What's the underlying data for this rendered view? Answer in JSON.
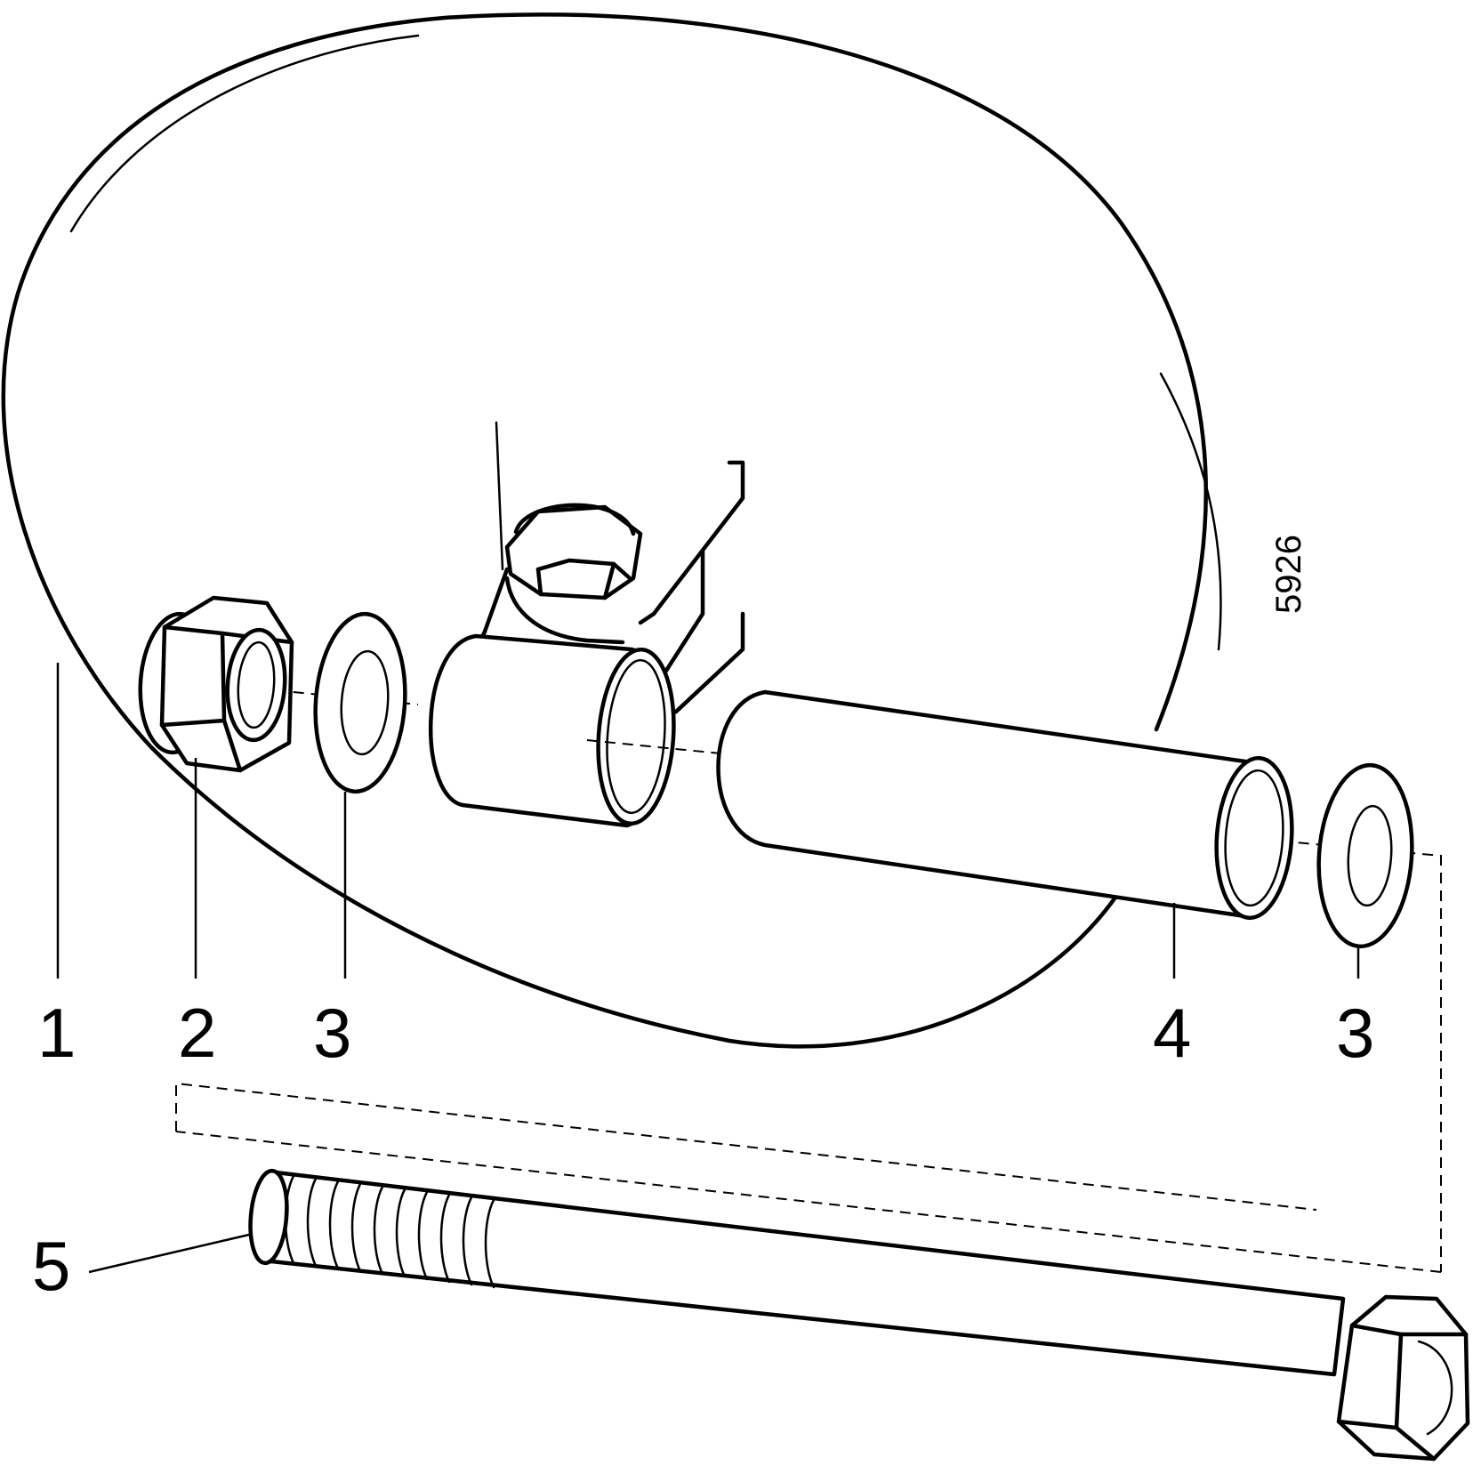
{
  "figure_number": "5926",
  "callouts": [
    {
      "id": "1",
      "label": "1"
    },
    {
      "id": "2",
      "label": "2"
    },
    {
      "id": "3a",
      "label": "3"
    },
    {
      "id": "4",
      "label": "4"
    },
    {
      "id": "3b",
      "label": "3"
    },
    {
      "id": "5",
      "label": "5"
    }
  ]
}
